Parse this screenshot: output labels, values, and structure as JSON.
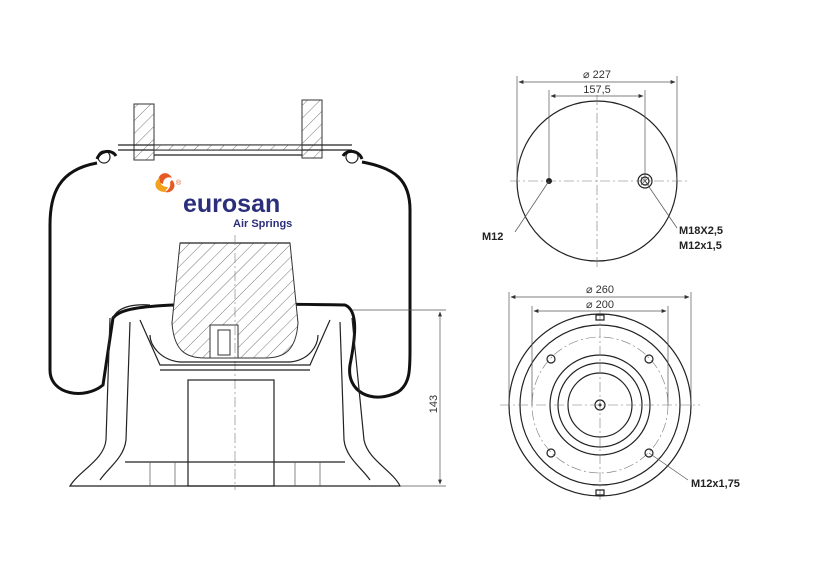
{
  "brand": {
    "name": "eurosan",
    "tagline": "Air Springs",
    "registered_mark": "®",
    "colors": {
      "primary": "#2b2e7a",
      "accent": "#e85a24",
      "accent2": "#f2a21b"
    }
  },
  "side_view": {
    "height_dimension": "143"
  },
  "top_view": {
    "outer_diameter": "⌀ 227",
    "bolt_spacing": "157,5",
    "left_callout": "M12",
    "right_callout_line1": "M18X2,5",
    "right_callout_line2": "M12x1,5"
  },
  "bottom_view": {
    "outer_diameter": "⌀ 260",
    "inner_diameter": "⌀ 200",
    "bolt_callout": "M12x1,75"
  }
}
